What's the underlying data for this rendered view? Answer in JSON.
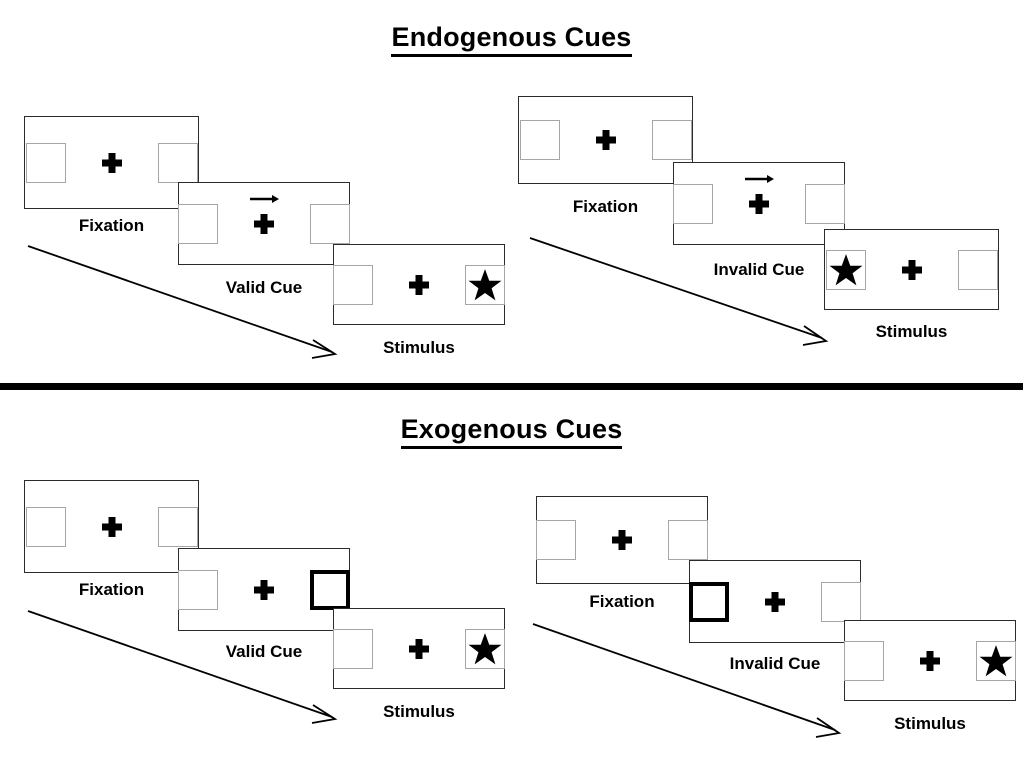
{
  "figure": {
    "sections": [
      {
        "id": "endogenous",
        "title": "Endogenous Cues",
        "conditions": [
          {
            "id": "endogenous-valid",
            "frames": [
              {
                "label": "Fixation",
                "left_box": "empty",
                "right_box": "empty",
                "cue": "none",
                "arrow": false
              },
              {
                "label": "Valid Cue",
                "left_box": "empty",
                "right_box": "empty",
                "cue": "arrow-right",
                "arrow": true
              },
              {
                "label": "Stimulus",
                "left_box": "empty",
                "right_box": "star",
                "cue": "none",
                "arrow": false
              }
            ]
          },
          {
            "id": "endogenous-invalid",
            "frames": [
              {
                "label": "Fixation",
                "left_box": "empty",
                "right_box": "empty",
                "cue": "none",
                "arrow": false
              },
              {
                "label": "Invalid Cue",
                "left_box": "empty",
                "right_box": "empty",
                "cue": "arrow-right",
                "arrow": true
              },
              {
                "label": "Stimulus",
                "left_box": "star",
                "right_box": "empty",
                "cue": "none",
                "arrow": false
              }
            ]
          }
        ]
      },
      {
        "id": "exogenous",
        "title": "Exogenous Cues",
        "conditions": [
          {
            "id": "exogenous-valid",
            "frames": [
              {
                "label": "Fixation",
                "left_box": "empty",
                "right_box": "empty",
                "cue": "none",
                "arrow": false
              },
              {
                "label": "Valid Cue",
                "left_box": "empty",
                "right_box": "highlighted",
                "cue": "box-flash-right",
                "arrow": false
              },
              {
                "label": "Stimulus",
                "left_box": "empty",
                "right_box": "star",
                "cue": "none",
                "arrow": false
              }
            ]
          },
          {
            "id": "exogenous-invalid",
            "frames": [
              {
                "label": "Fixation",
                "left_box": "empty",
                "right_box": "empty",
                "cue": "none",
                "arrow": false
              },
              {
                "label": "Invalid Cue",
                "left_box": "highlighted",
                "right_box": "empty",
                "cue": "box-flash-left",
                "arrow": false
              },
              {
                "label": "Stimulus",
                "left_box": "empty",
                "right_box": "star",
                "cue": "none",
                "arrow": false
              }
            ]
          }
        ]
      }
    ],
    "icons": {
      "fixation_cross": "plus-icon",
      "target": "star-icon",
      "cue": "arrow-right-icon",
      "time_flow": "time-arrow-icon"
    },
    "colors": {
      "ink": "#000000",
      "panel_border": "#2b2b2b",
      "box_border": "#a6a6a6",
      "cued_box_border": "#000000",
      "background": "#ffffff"
    }
  }
}
